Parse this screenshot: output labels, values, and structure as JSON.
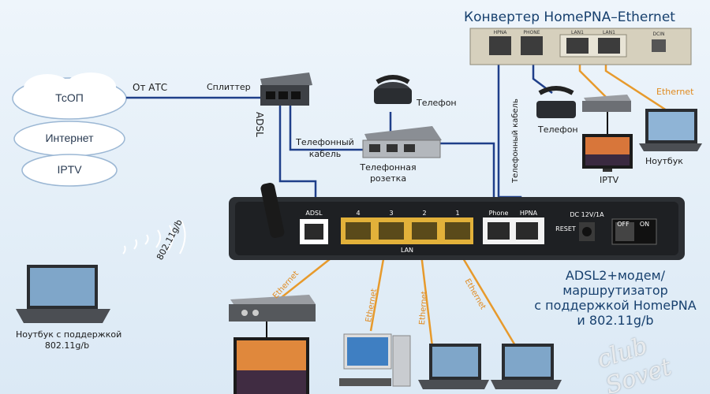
{
  "title_converter": "Конвертер HomePNA–Ethernet",
  "title_main": [
    "ADSL2+модем/",
    "маршрутизатор",
    "с поддержкой HomePNA",
    "и 802.11g/b"
  ],
  "clouds": [
    "ТсОП",
    "Интернет",
    "IPTV"
  ],
  "labels": {
    "from_ats": "От АТС",
    "splitter": "Сплиттер",
    "adsl_vertical": "ADSL",
    "phone_cable_1": "Телефонный",
    "phone_cable_2": "кабель",
    "phone_top": "Телефон",
    "socket_1": "Телефонная",
    "socket_2": "розетка",
    "phone_right": "Телефон",
    "iptv": "IPTV",
    "laptop_right": "Ноутбук",
    "ethernet_right": "Ethernet",
    "phone_cable_vertical": "Телефонный кабель",
    "wifi": "802.11g/b",
    "laptop_left_1": "Ноутбук с поддержкой",
    "laptop_left_2": "802.11g/b",
    "eth_a": "Ethernet",
    "eth_b": "Ethernet",
    "eth_c": "Ethernet",
    "eth_d": "Ethernet"
  },
  "router_ports": {
    "adsl": "ADSL",
    "lan_numbers": [
      "4",
      "3",
      "2",
      "1"
    ],
    "lan": "LAN",
    "phone": "Phone",
    "hpna": "HPNA",
    "dc": "DC 12V/1A",
    "reset": "RESET",
    "off": "OFF",
    "on": "ON"
  },
  "converter_ports": [
    "HPNA",
    "PHONE",
    "LAN1",
    "LAN1",
    "DCIN"
  ],
  "watermark": "club Sovet",
  "colors": {
    "line_blue": "#1f3f8a",
    "line_orange": "#e79a2c",
    "title": "#17406e",
    "router": "#2c2f33"
  }
}
